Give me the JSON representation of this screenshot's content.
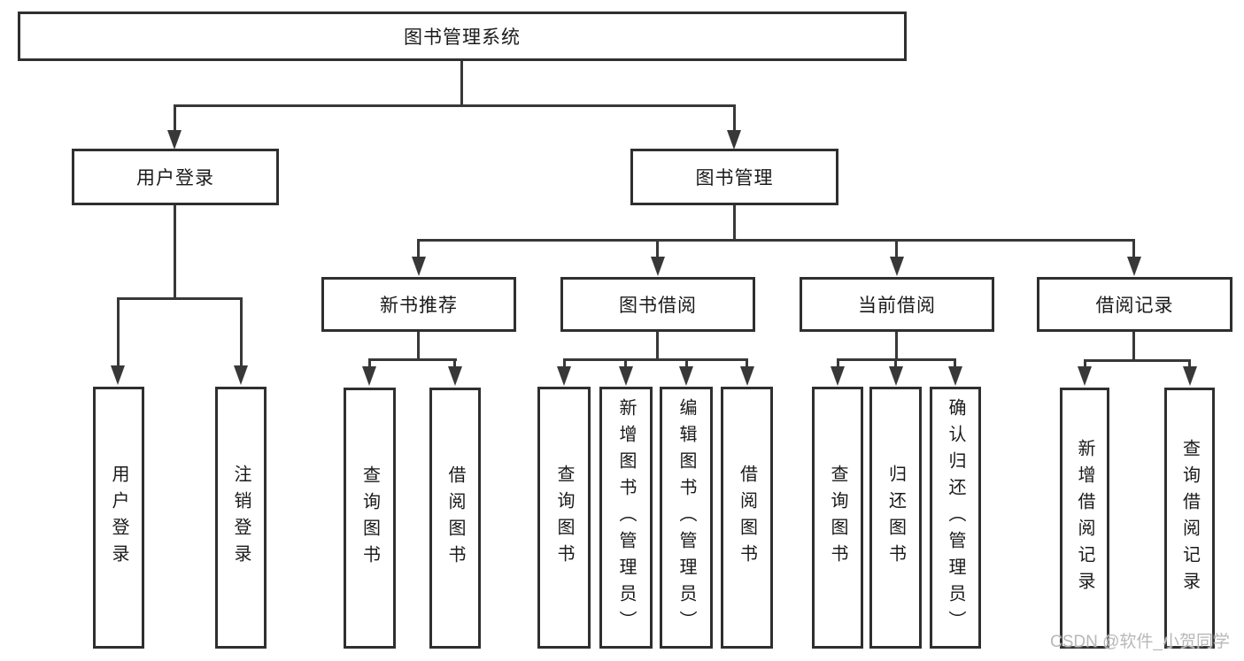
{
  "diagram": {
    "root": {
      "label": "图书管理系统"
    },
    "level2": [
      {
        "label": "用户登录"
      },
      {
        "label": "图书管理"
      }
    ],
    "level3": [
      {
        "label": "新书推荐"
      },
      {
        "label": "图书借阅"
      },
      {
        "label": "当前借阅"
      },
      {
        "label": "借阅记录"
      }
    ],
    "leaves": {
      "user_login": [
        "用户登录",
        "注销登录"
      ],
      "new_books": [
        "查询图书",
        "借阅图书"
      ],
      "book_borrowing": [
        "查询图书",
        "新增图书（管理员）",
        "编辑图书（管理员）",
        "借阅图书"
      ],
      "current_borrowing": [
        "查询图书",
        "归还图书",
        "确认归还（管理员）"
      ],
      "borrowing_records": [
        "新增借阅记录",
        "查询借阅记录"
      ]
    }
  },
  "watermark": {
    "text": "CSDN @软件_小贺同学"
  },
  "colors": {
    "line": "#383838",
    "border": "#2f2f2f",
    "text": "#1a1a1a",
    "watermark": "#b8b8b8",
    "background": "#ffffff"
  }
}
